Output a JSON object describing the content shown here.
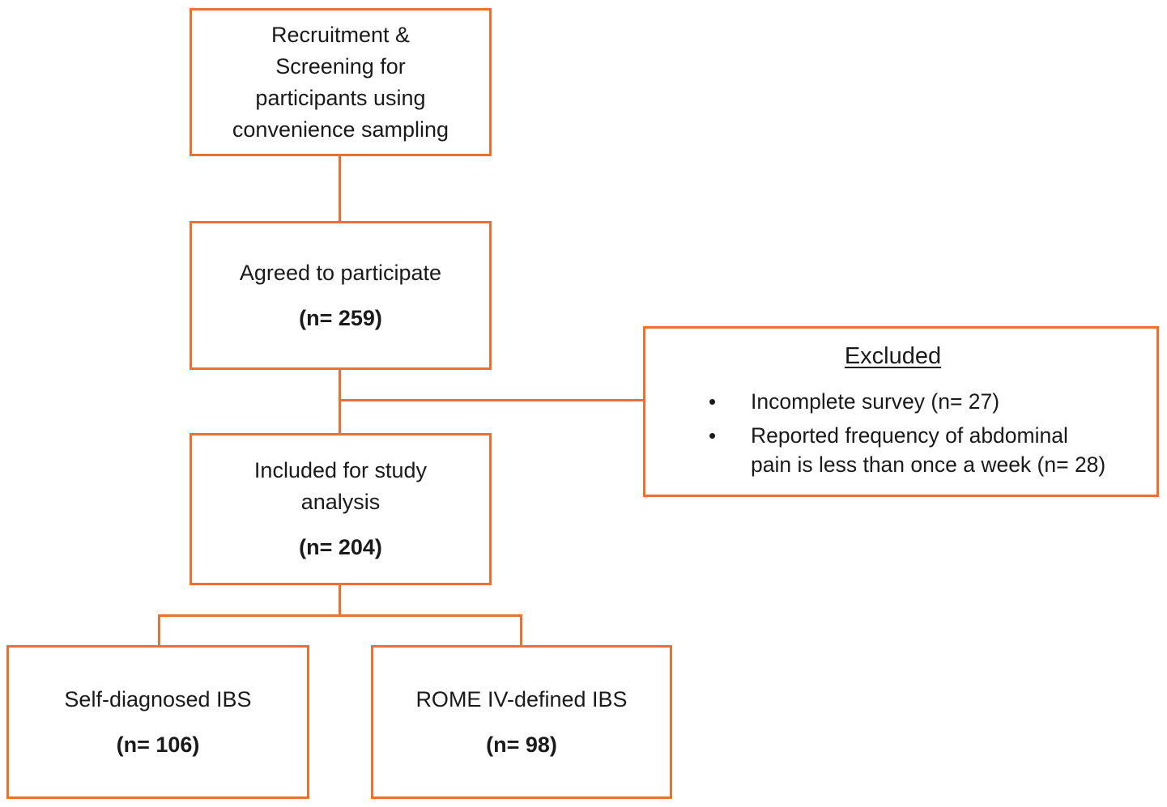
{
  "colors": {
    "accent": "#E97132",
    "text": "#1A1A1A",
    "box_background": "#FFFFFF"
  },
  "flowchart": {
    "recruitment": {
      "text": "Recruitment &\nScreening for\nparticipants using\nconvenience sampling"
    },
    "agreed": {
      "text": "Agreed to participate",
      "n_label": "(n= 259)"
    },
    "excluded": {
      "title": "Excluded",
      "bullets": [
        {
          "marker": "•",
          "text": "Incomplete survey (n= 27)"
        },
        {
          "marker": "•",
          "text": "Reported frequency of abdominal\npain is less than once a week (n= 28)"
        }
      ]
    },
    "included": {
      "text": "Included for study\nanalysis",
      "n_label": "(n= 204)"
    },
    "self_diagnosed": {
      "text": "Self-diagnosed IBS",
      "n_label": "(n= 106)"
    },
    "rome_iv": {
      "text": "ROME IV-defined IBS",
      "n_label": "(n= 98)"
    }
  }
}
